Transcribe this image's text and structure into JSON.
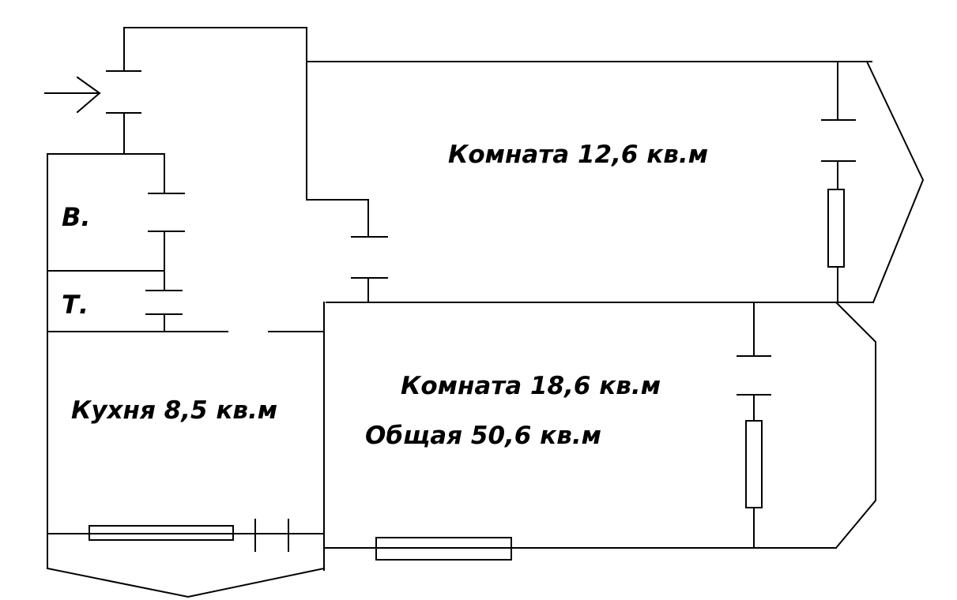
{
  "labels": {
    "room_12": "Комната 12,6 кв.м",
    "bath": "В.",
    "toilet": "Т.",
    "room_18": "Комната 18,6 кв.м",
    "kitchen": "Кухня 8,5 кв.м",
    "total": "Общая 50,6 кв.м"
  },
  "icons": {
    "entrance": "entrance-arrow-icon"
  },
  "colors": {
    "line": "#000000",
    "background": "#ffffff"
  }
}
